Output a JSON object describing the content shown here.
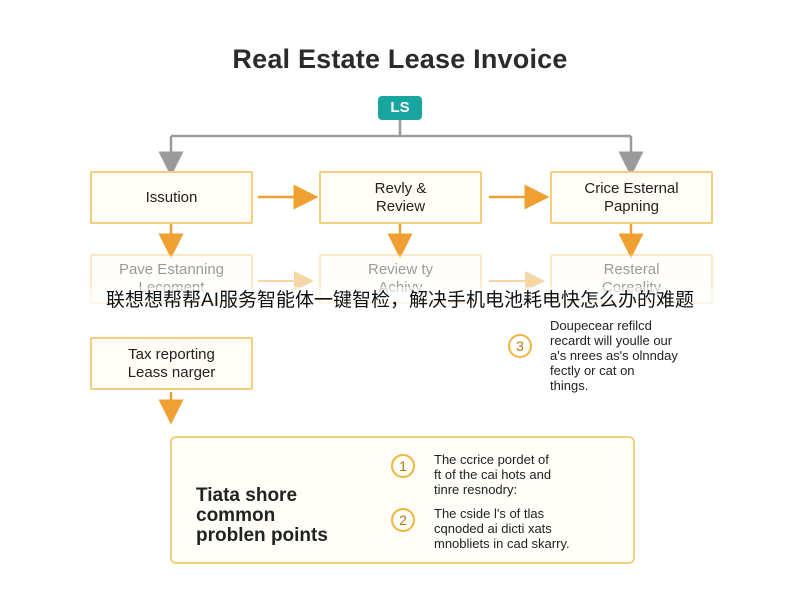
{
  "title": "Real Estate Lease Invoice",
  "root_label": "LS",
  "row1": {
    "box1": "Issution",
    "box2": [
      "Revly &",
      "Review"
    ],
    "box3": [
      "Crice Esternal",
      "Papning"
    ]
  },
  "row2": {
    "box1": [
      "Pave Estanning",
      "Lecoment"
    ],
    "box2": [
      "Review ty",
      "Achivy"
    ],
    "box3": [
      "Resteral",
      "Coreality"
    ]
  },
  "row3": {
    "box1": [
      "Tax reporting",
      "Leass narger"
    ]
  },
  "overlay_text": "联想想帮帮AI服务智能体一键智检，解决手机电池耗电快怎么办的难题",
  "side_note": {
    "number": "3",
    "lines": [
      "Doupecear refilcd",
      "recardt will youlle our",
      "a's nrees as's olnnday",
      "fectly or cat on",
      "things."
    ]
  },
  "panel": {
    "title_lines": [
      "Tiata shore",
      "common",
      "problen points"
    ],
    "items": [
      {
        "number": "1",
        "lines": [
          "The ccrice pordet of",
          "ft of the cai hots and",
          "tinre resnodry:"
        ]
      },
      {
        "number": "2",
        "lines": [
          "The cside l's of tlas",
          "cqnoded ai dicti xats",
          "mnobliets in cad skarry."
        ]
      }
    ]
  },
  "colors": {
    "accent": "#f0a030",
    "root_badge": "#1aa6a0",
    "connector": "#9a9a9a",
    "box_border": "#f1cf7d"
  }
}
